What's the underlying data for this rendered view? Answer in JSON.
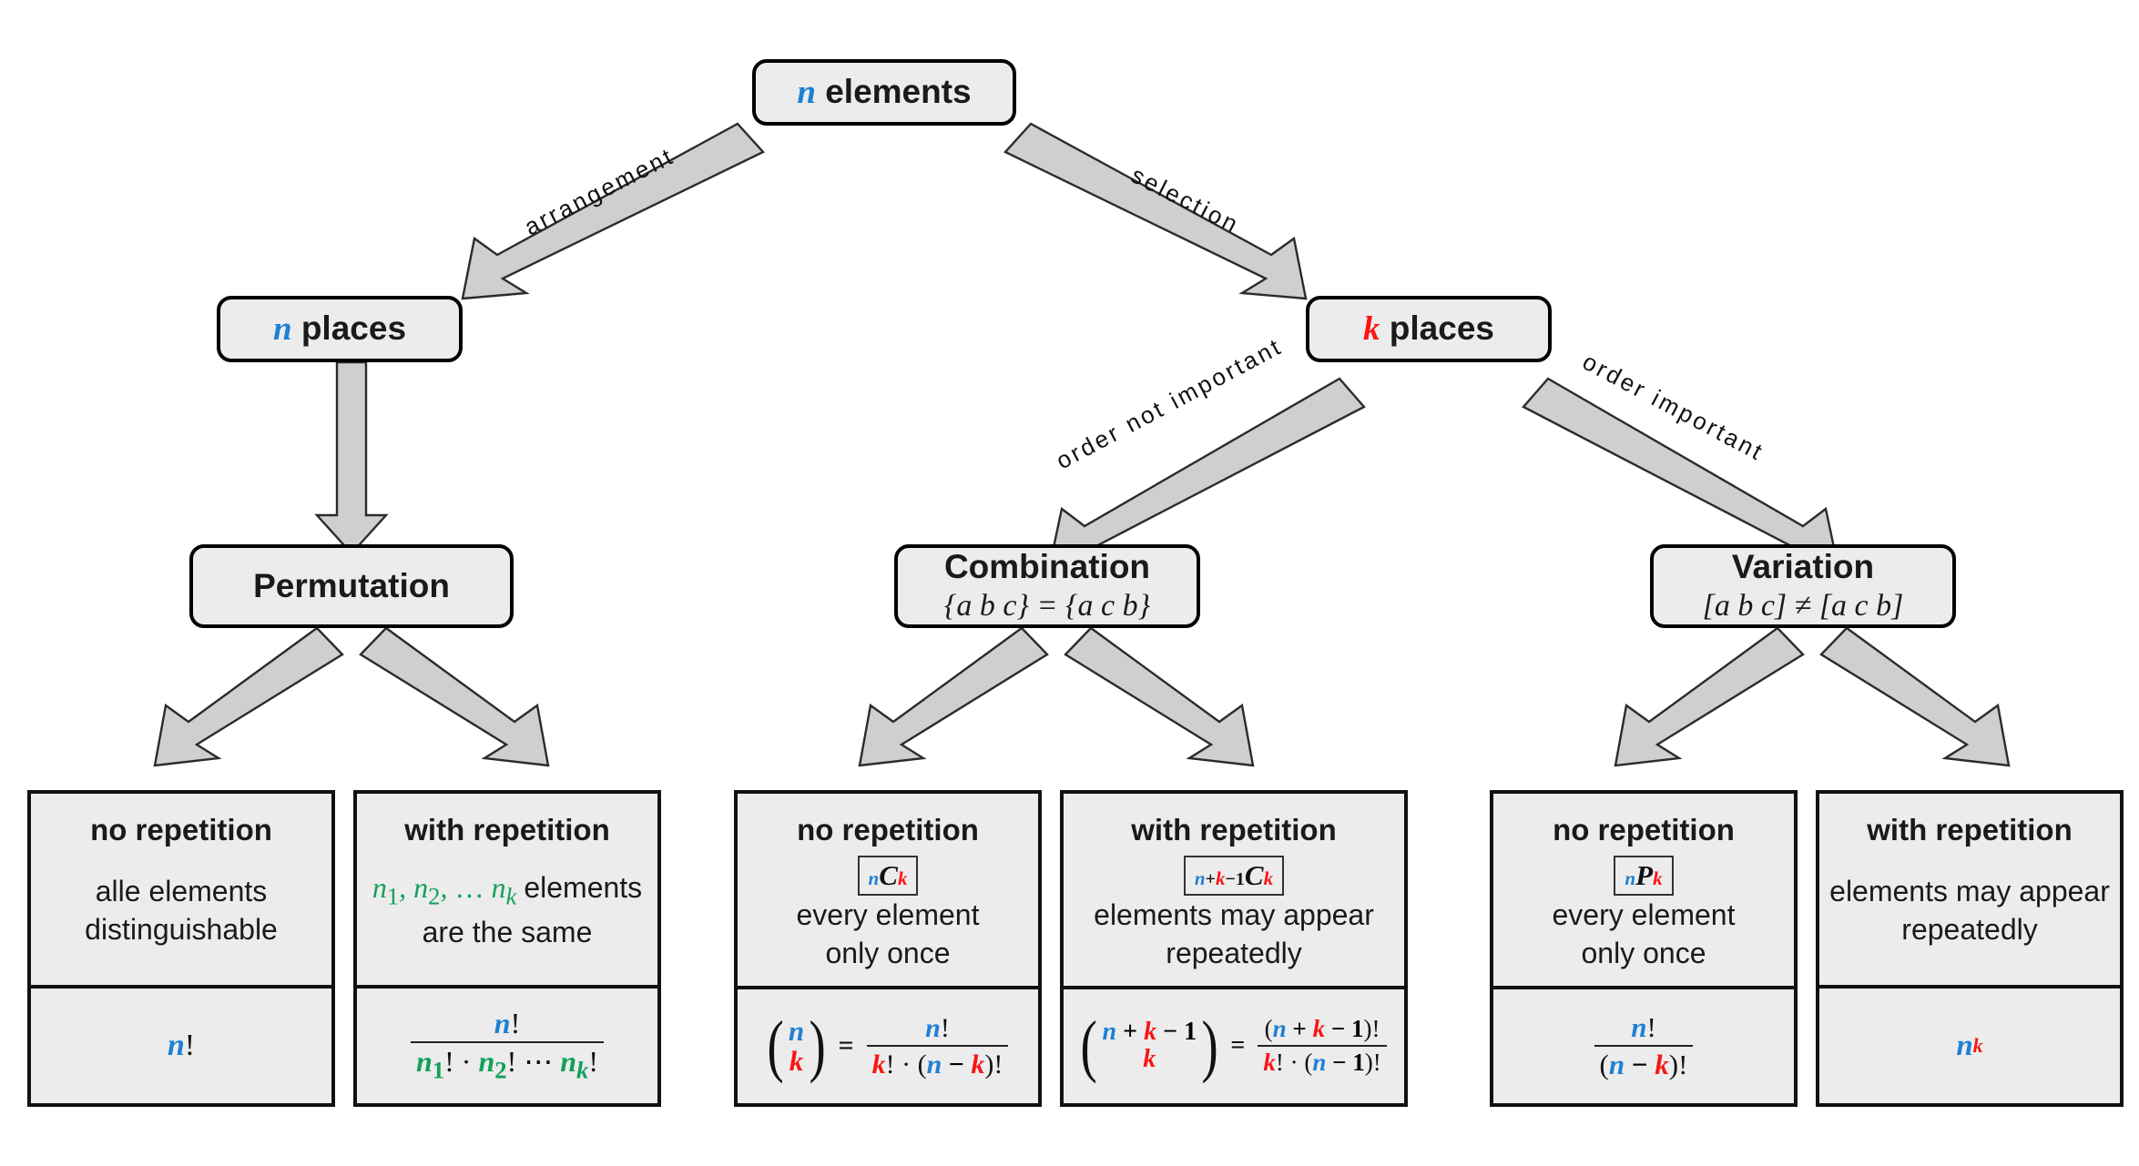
{
  "diagram": {
    "title": "Combinatorics decision tree",
    "colors": {
      "n_color": "#1f7fd4",
      "k_color": "#fb1414",
      "group_color": "#13a05a",
      "node_fill": "#ececec",
      "arrow_fill": "#cfcfcf",
      "outline": "#111111"
    },
    "root": {
      "var": "n",
      "label": "elements"
    },
    "edges": {
      "arrangement": "arrangement",
      "selection": "selection",
      "order_not_important": "order not important",
      "order_important": "order important"
    },
    "level2": [
      {
        "var": "n",
        "label": "places"
      },
      {
        "var": "k",
        "label": "places"
      }
    ],
    "categories": [
      {
        "name": "Permutation",
        "example": ""
      },
      {
        "name": "Combination",
        "example": "{a b c} = {a c b}"
      },
      {
        "name": "Variation",
        "example": "[a b c] ≠ [a c b]"
      }
    ],
    "cards": [
      {
        "head": "no repetition",
        "badge": null,
        "desc_line1": "alle elements",
        "desc_line2": "distinguishable",
        "formula": "n!"
      },
      {
        "head": "with repetition",
        "badge": null,
        "desc_line1": "n₁, n₂, … n_k elements",
        "desc_line2": "are the same",
        "formula": "n! / (n₁! · n₂! ⋯ n_k!)"
      },
      {
        "head": "no repetition",
        "badge": "nCk",
        "desc_line1": "every element",
        "desc_line2": "only once",
        "formula": "(n over k) = n! / (k! · (n − k)!)"
      },
      {
        "head": "with repetition",
        "badge": "n+k−1Ck",
        "desc_line1": "elements may appear",
        "desc_line2": "repeatedly",
        "formula": "(n + k − 1 over k) = (n + k − 1)! / (k! · (n − 1)!)"
      },
      {
        "head": "no repetition",
        "badge": "nPk",
        "desc_line1": "every element",
        "desc_line2": "only once",
        "formula": "n! / (n − k)!"
      },
      {
        "head": "with repetition",
        "badge": null,
        "desc_line1": "elements may appear",
        "desc_line2": "repeatedly",
        "formula": "n^k"
      }
    ],
    "symbols": {
      "n": "n",
      "k": "k",
      "fact": "!",
      "dot": "·",
      "plus": "+",
      "minus": "−",
      "one": "1",
      "C": "C",
      "P": "P",
      "equals": "=",
      "ellipsis": "⋯",
      "n1": "n",
      "n2": "n",
      "nk": "n",
      "sub1": "1",
      "sub2": "2",
      "subk": "k",
      "elements_word": "elements",
      "dots_short": "…"
    }
  }
}
